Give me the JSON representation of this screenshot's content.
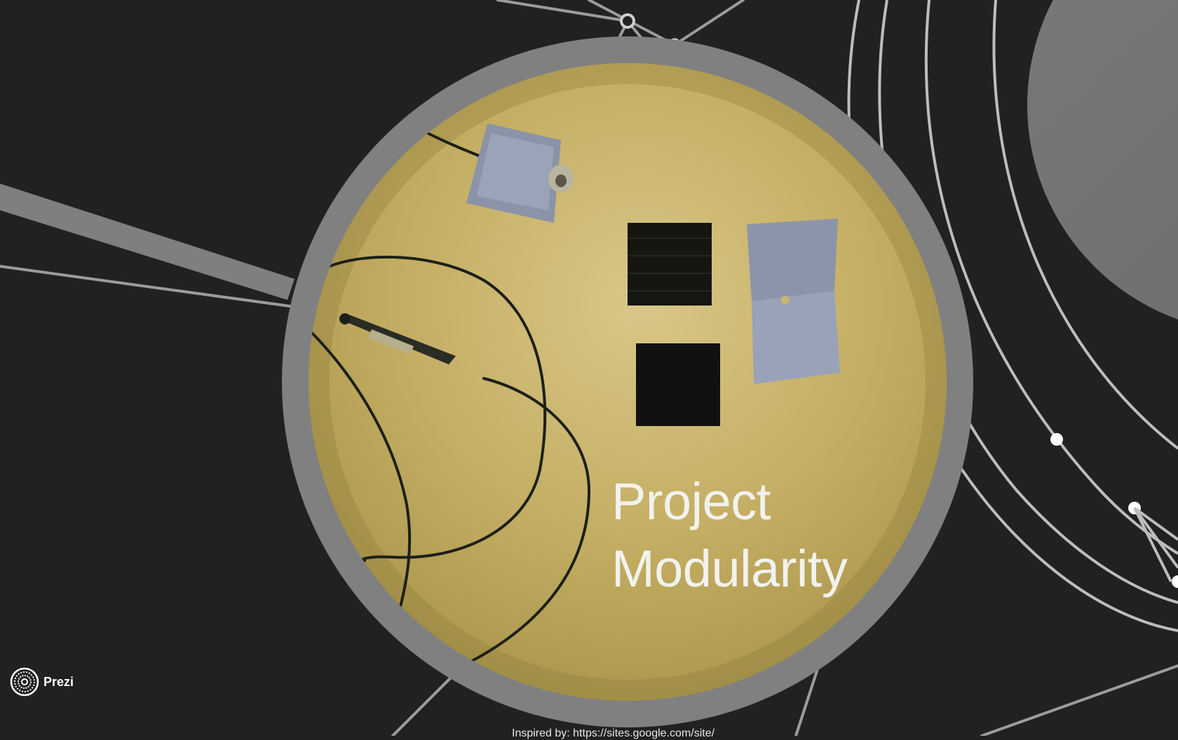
{
  "presentation": {
    "title_line1": "Project",
    "title_line2": "Modularity",
    "footer_text": "Inspired by: https://sites.google.com/site/"
  },
  "branding": {
    "logo_label": "Prezi",
    "logo_icon": "prezi-logo-icon"
  },
  "colors": {
    "background": "#212121",
    "frame_ring": "#808080",
    "path_lines": "#a8a8a8",
    "title_text": "#f2f2ee",
    "photo_base": "#c9b56c"
  }
}
